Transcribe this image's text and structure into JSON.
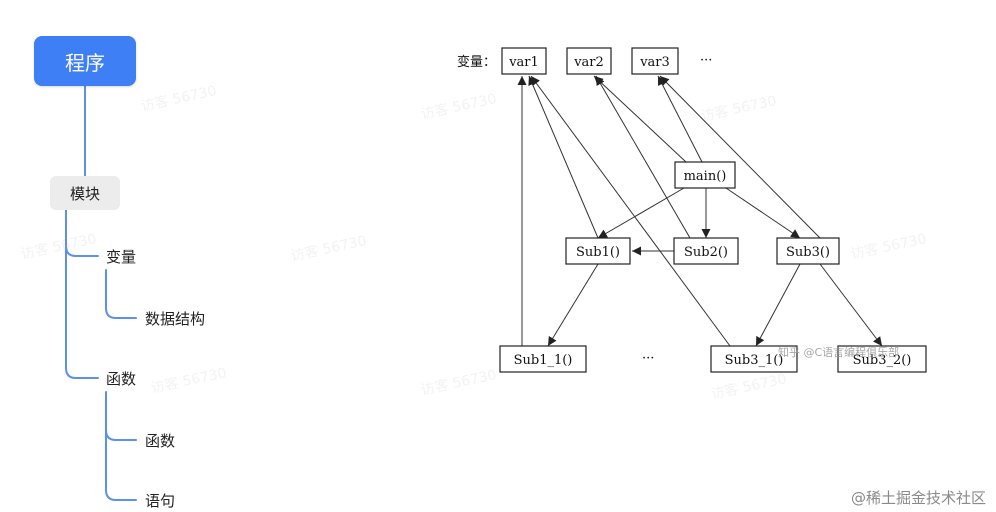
{
  "mindmap": {
    "root": "程序",
    "module": "模块",
    "var_branch": "变量",
    "data_structure": "数据结构",
    "func_branch": "函数",
    "func_leaf": "函数",
    "statement_leaf": "语句"
  },
  "diagram": {
    "var_prefix": "变量：",
    "vars": [
      "var1",
      "var2",
      "var3"
    ],
    "vars_ellipsis": "···",
    "main": "main()",
    "sub1": "Sub1()",
    "sub2": "Sub2()",
    "sub3": "Sub3()",
    "sub1_1": "Sub1_1()",
    "bottom_ellipsis": "···",
    "sub3_1": "Sub3_1()",
    "sub3_2": "Sub3_2()"
  },
  "watermark": {
    "inline": "知乎 @C语言编程俱乐部",
    "repeat": "访客 56730",
    "brand": "@稀土掘金技术社区"
  },
  "colors": {
    "root_bg": "#3f7ff5",
    "connector": "#5b8ff0",
    "module_bg": "#ececec"
  }
}
